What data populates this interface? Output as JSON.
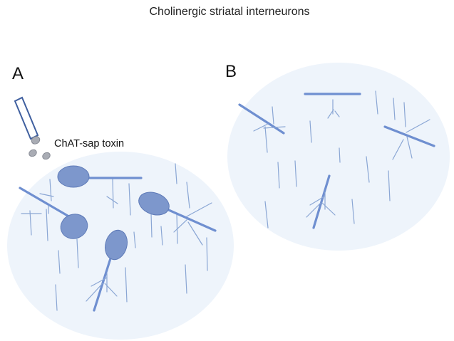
{
  "title": "Cholinergic striatal interneurons",
  "panels": {
    "a": {
      "label": "A"
    },
    "b": {
      "label": "B"
    }
  },
  "injection": {
    "label": "ChAT-sap toxin"
  },
  "colors": {
    "region_fill": "#eef4fb",
    "neuron": "#7d97cc",
    "fiber": "#8aa6d4",
    "pipette_outline": "#3f5f9f",
    "droplet": "#a9acb4"
  }
}
